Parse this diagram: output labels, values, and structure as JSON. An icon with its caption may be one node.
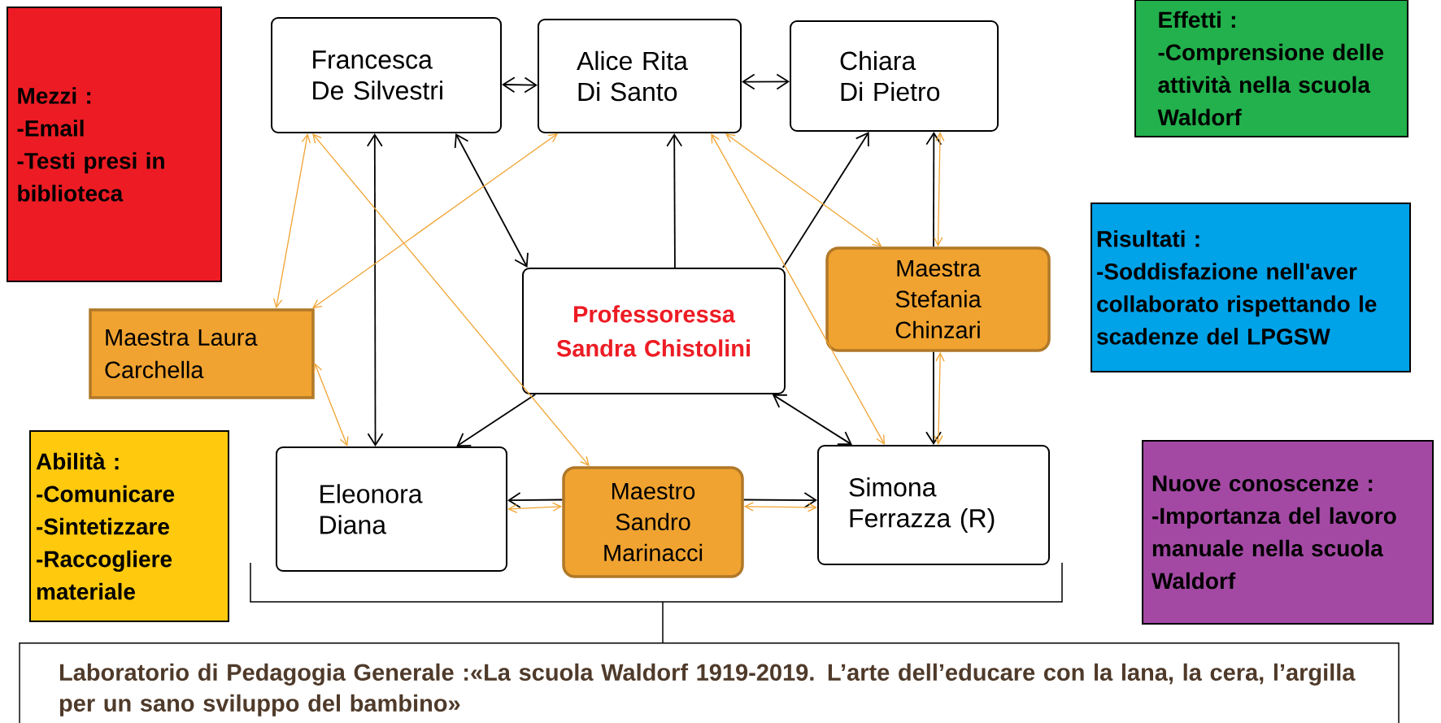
{
  "diagram": {
    "nodes": [
      {
        "text": [
          "Mezzi :",
          "-Email",
          "-Testi presi in biblioteca"
        ]
      },
      {
        "text": [
          "Francesca De Silvestri"
        ]
      },
      {
        "text": [
          "Alice Rita Di Santo"
        ]
      },
      {
        "text": [
          "Chiara Di Pietro"
        ]
      },
      {
        "text": [
          "Effetti :",
          "-Comprensione delle attività nella scuola Waldorf"
        ]
      },
      {
        "text": [
          "Risultati :",
          "-Soddisfazione nell'aver collaborato rispettando le scadenze del LPGSW"
        ]
      },
      {
        "text": [
          "Maestra Laura Carchella"
        ]
      },
      {
        "text": [
          "Professoressa Sandra Chistolini"
        ]
      },
      {
        "text": [
          "Maestra Stefania Chinzari"
        ]
      },
      {
        "text": [
          "Abilità :",
          "-Comunicare",
          "-Sintetizzare",
          "-Raccogliere materiale"
        ]
      },
      {
        "text": [
          "Eleonora Diana"
        ]
      },
      {
        "text": [
          "Maestro Sandro Marinacci"
        ]
      },
      {
        "text": [
          "Simona Ferrazza (R)"
        ]
      },
      {
        "text": [
          "Nuove conoscenze :",
          "-Importanza del lavoro manuale nella scuola Waldorf"
        ]
      },
      {
        "text": [
          "Laboratorio di Pedagogia Generale :«La scuola Waldorf 1919-2019. L’arte dell’educare con la lana, la cera, l’argilla per un sano sviluppo del bambino»"
        ]
      }
    ],
    "edges": [
      {
        "from": 1,
        "to": 2,
        "arrow": "both"
      },
      {
        "from": 2,
        "to": 3,
        "arrow": "both"
      },
      {
        "from": 1,
        "to": 10,
        "arrow": "both"
      },
      {
        "from": 7,
        "to": 1,
        "arrow": "both"
      },
      {
        "from": 7,
        "to": 2,
        "arrow": "to"
      },
      {
        "from": 7,
        "to": 3,
        "arrow": "to"
      },
      {
        "from": 7,
        "to": 10,
        "arrow": "to"
      },
      {
        "from": 7,
        "to": 12,
        "arrow": "both"
      },
      {
        "from": 8,
        "to": 3,
        "arrow": "to"
      },
      {
        "from": 8,
        "to": 12,
        "arrow": "to"
      },
      {
        "from": 11,
        "to": 10,
        "arrow": "to"
      },
      {
        "from": 11,
        "to": 12,
        "arrow": "to"
      },
      {
        "from": 6,
        "to": 1,
        "arrow": "both",
        "color": "#f0a330"
      },
      {
        "from": 6,
        "to": 2,
        "arrow": "both",
        "color": "#f0a330"
      },
      {
        "from": 1,
        "to": 11,
        "arrow": "both",
        "color": "#f0a330"
      },
      {
        "from": 6,
        "to": 10,
        "arrow": "both",
        "color": "#f0a330"
      },
      {
        "from": 2,
        "to": 8,
        "arrow": "both",
        "color": "#f0a330"
      },
      {
        "from": 2,
        "to": 12,
        "arrow": "both",
        "color": "#f0a330"
      },
      {
        "from": 3,
        "to": 8,
        "arrow": "both",
        "color": "#f0a330"
      },
      {
        "from": 8,
        "to": 12,
        "arrow": "both",
        "color": "#f0a330"
      },
      {
        "from": 10,
        "to": 11,
        "arrow": "both",
        "color": "#f0a330"
      },
      {
        "from": 11,
        "to": 12,
        "arrow": "both",
        "color": "#f0a330"
      }
    ]
  }
}
